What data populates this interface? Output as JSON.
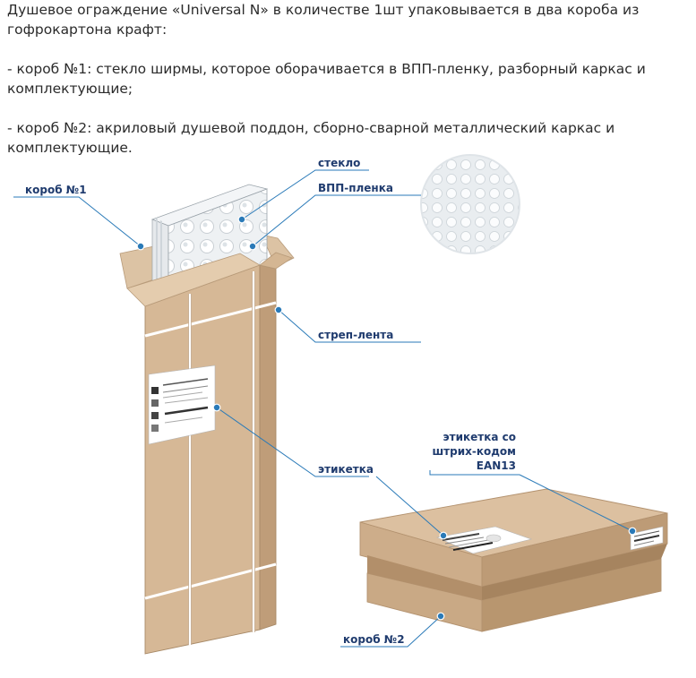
{
  "intro": {
    "paragraph1": "Душевое ограждение «Universal N» в количестве 1шт упаковывается в два короба из гофрокартона крафт:",
    "paragraph2": "- короб №1: стекло ширмы, которое оборачивается в ВПП-пленку, разборный каркас и комплектующие;",
    "paragraph3": "- короб №2: акриловый душевой поддон, сборно-сварной металлический каркас и комплектующие."
  },
  "labels": {
    "box1": "короб №1",
    "glass": "стекло",
    "film": "ВПП-пленка",
    "strap": "стреп-лента",
    "label": "этикетка",
    "barcode_label_line1": "этикетка со",
    "barcode_label_line2": "штрих-кодом",
    "barcode_label_line3": "EAN13",
    "box2": "короб №2"
  },
  "colors": {
    "cardboard": "#d3b594",
    "cardboard_dark": "#c3a27f",
    "cardboard_light": "#e0c7a8",
    "accent": "#2a7ab8",
    "label_text": "#1f3b6e"
  }
}
